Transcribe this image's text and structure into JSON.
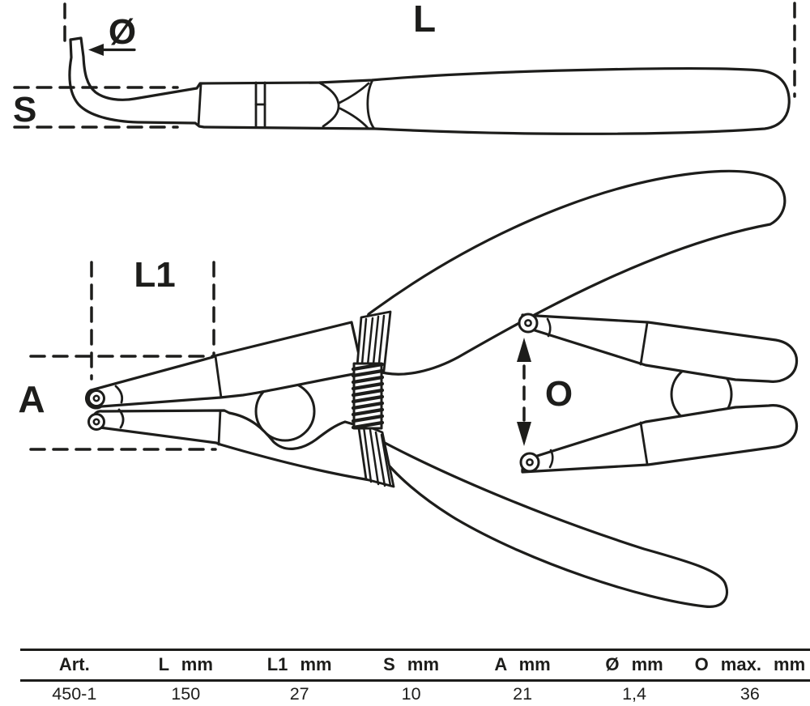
{
  "diagram": {
    "stroke_color": "#1d1d1b",
    "background": "#ffffff",
    "labels": {
      "overall_length": "L",
      "tip_diameter": "Ø",
      "tip_height": "S",
      "tip_length": "L1",
      "jaw_span": "A",
      "max_opening": "O"
    }
  },
  "table": {
    "headers": {
      "art": "Art.",
      "l": "L mm",
      "l1": "L1 mm",
      "s": "S mm",
      "a": "A mm",
      "diameter": "Ø mm",
      "o_max": "O max. mm"
    },
    "rows": [
      {
        "art": "450-1",
        "l": "150",
        "l1": "27",
        "s": "10",
        "a": "21",
        "diameter": "1,4",
        "o_max": "36"
      }
    ]
  }
}
